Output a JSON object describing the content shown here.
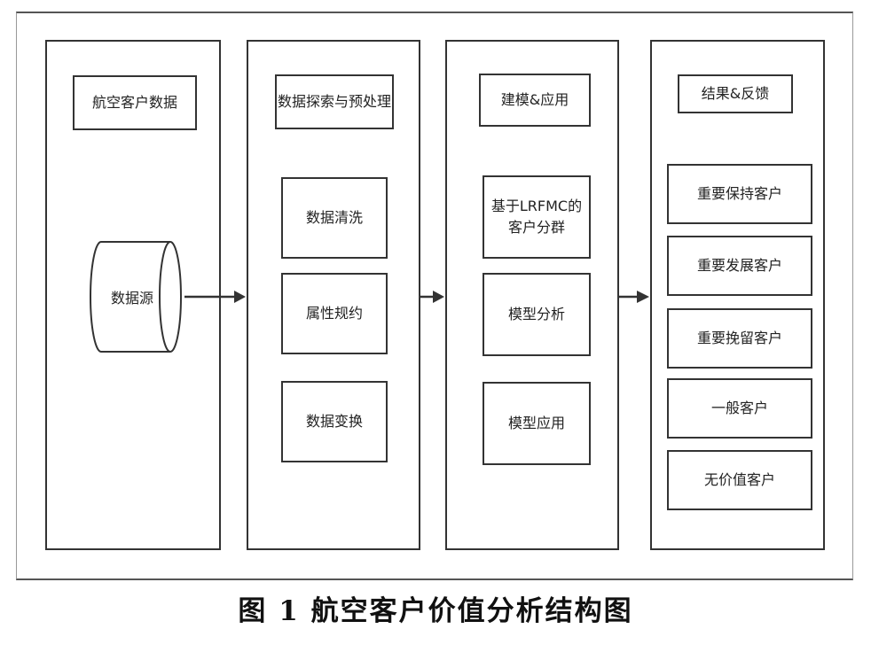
{
  "diagram": {
    "columns": [
      {
        "id": "data",
        "header": "航空客户数据",
        "source": "数据源",
        "boxes": []
      },
      {
        "id": "explore",
        "header": "数据探索与预处理",
        "boxes": [
          "数据清洗",
          "属性规约",
          "数据变换"
        ]
      },
      {
        "id": "model",
        "header": "建模&应用",
        "boxes": [
          "基于LRFMC的\n客户分群",
          "模型分析",
          "模型应用"
        ]
      },
      {
        "id": "result",
        "header": "结果&反馈",
        "boxes": [
          "重要保持客户",
          "重要发展客户",
          "重要挽留客户",
          "一般客户",
          "无价值客户"
        ]
      }
    ],
    "caption": "图 1   航空客户价值分析结构图"
  }
}
